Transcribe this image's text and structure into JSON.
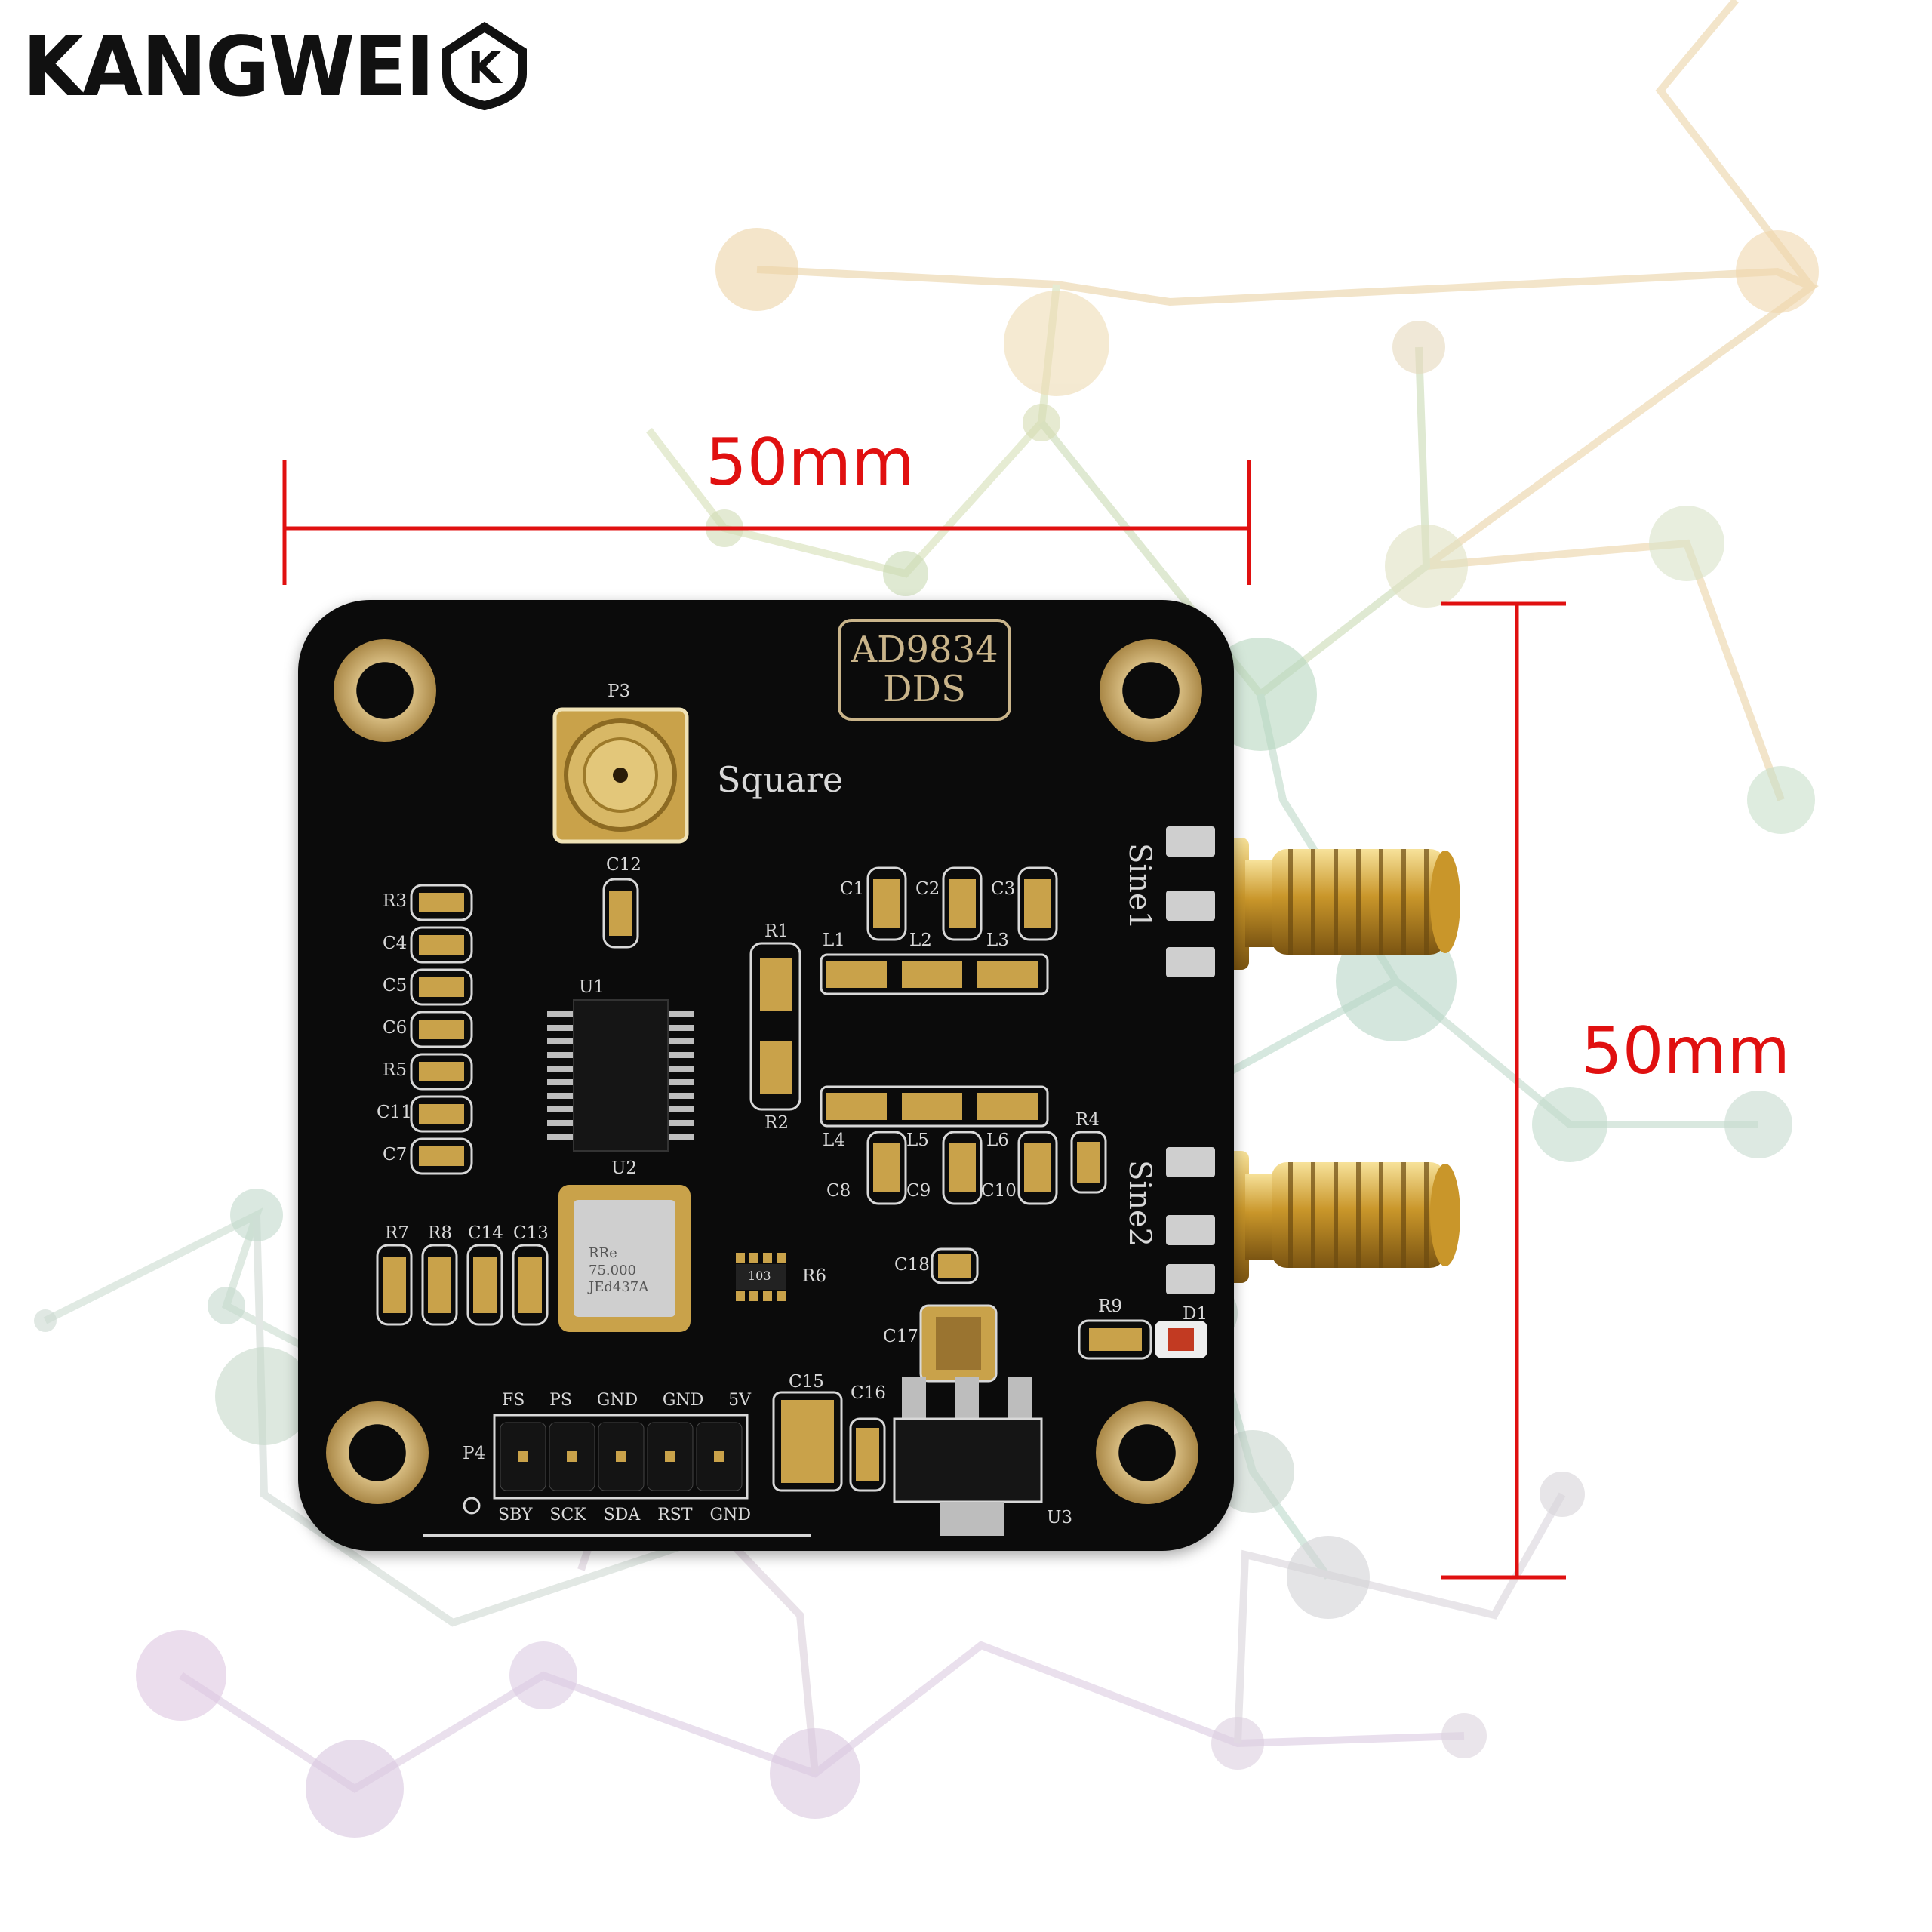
{
  "brand": {
    "name": "KANGWEI",
    "mark_text": "K"
  },
  "dimensions": {
    "width_label": "50mm",
    "height_label": "50mm",
    "color": "#e01010"
  },
  "board": {
    "chip_label_line1": "AD9834",
    "chip_label_line2": "DDS",
    "square_label": "Square",
    "sine1_label": "Sine1",
    "sine2_label": "Sine2",
    "designators": {
      "P3": "P3",
      "C12": "C12",
      "U1": "U1",
      "U2": "U2",
      "U3": "U3",
      "P4": "P4",
      "R1": "R1",
      "R2": "R2",
      "R3": "R3",
      "R4": "R4",
      "R5": "R5",
      "R6": "R6",
      "R7": "R7",
      "R8": "R8",
      "R9": "R9",
      "D1": "D1",
      "C1": "C1",
      "C2": "C2",
      "C3": "C3",
      "C4": "C4",
      "C5": "C5",
      "C6": "C6",
      "C7": "C7",
      "C8": "C8",
      "C9": "C9",
      "C10": "C10",
      "C11": "C11",
      "C13": "C13",
      "C14": "C14",
      "C15": "C15",
      "C16": "C16",
      "C17": "C17",
      "C18": "C18",
      "L1": "L1",
      "L2": "L2",
      "L3": "L3",
      "L4": "L4",
      "L5": "L5",
      "L6": "L6"
    },
    "header_top_pins": [
      "FS",
      "PS",
      "GND",
      "GND",
      "5V"
    ],
    "header_bottom_pins": [
      "SBY",
      "SCK",
      "SDA",
      "RST",
      "GND"
    ],
    "oscillator_marking": [
      "RRe",
      "75.000",
      "JEd437A"
    ],
    "r6_marking": "103",
    "colors": {
      "pcb": "#0b0b0b",
      "silkscreen": "#d8d8d8",
      "gold": "#c9a24a"
    }
  }
}
